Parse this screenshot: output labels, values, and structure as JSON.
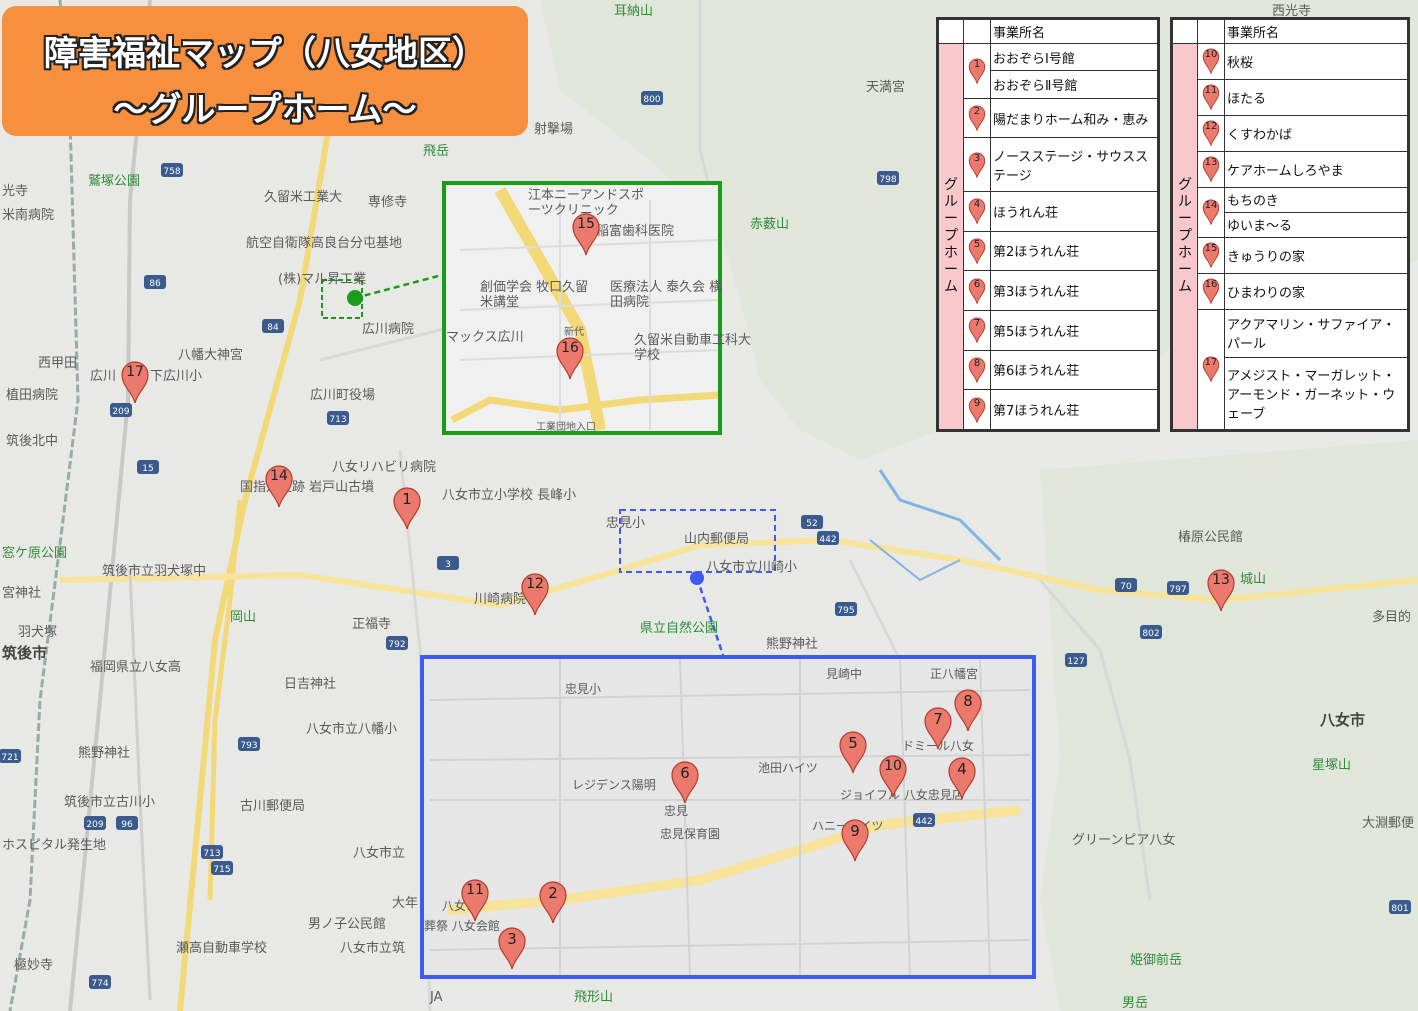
{
  "title": {
    "line1": "障害福祉マップ（八女地区）",
    "line2": "～グループホーム～"
  },
  "colors": {
    "pin": "#ec7a6c",
    "pin_stroke": "#b13c31",
    "title_bg": "#f6903f",
    "legend_group": "#f8c8cd",
    "green_frame": "#1a9c1a",
    "blue_frame": "#3d5af2",
    "road": "#f7e49a"
  },
  "legend": {
    "header": "事業所名",
    "group_label": "グループホーム",
    "left": [
      {
        "no": "1",
        "names": [
          "おおぞらⅠ号館",
          "おおぞらⅡ号館"
        ]
      },
      {
        "no": "2",
        "names": [
          "陽だまりホーム和み・恵み"
        ]
      },
      {
        "no": "3",
        "names": [
          "ノースステージ・サウスステージ"
        ]
      },
      {
        "no": "4",
        "names": [
          "ほうれん荘"
        ]
      },
      {
        "no": "5",
        "names": [
          "第2ほうれん荘"
        ]
      },
      {
        "no": "6",
        "names": [
          "第3ほうれん荘"
        ]
      },
      {
        "no": "7",
        "names": [
          "第5ほうれん荘"
        ]
      },
      {
        "no": "8",
        "names": [
          "第6ほうれん荘"
        ]
      },
      {
        "no": "9",
        "names": [
          "第7ほうれん荘"
        ]
      }
    ],
    "right": [
      {
        "no": "10",
        "names": [
          "秋桜"
        ]
      },
      {
        "no": "11",
        "names": [
          "ほたる"
        ]
      },
      {
        "no": "12",
        "names": [
          "くすわかば"
        ]
      },
      {
        "no": "13",
        "names": [
          "ケアホームしろやま"
        ]
      },
      {
        "no": "14",
        "names": [
          "もちのき",
          "ゆいま～る"
        ]
      },
      {
        "no": "15",
        "names": [
          "きゅうりの家"
        ]
      },
      {
        "no": "16",
        "names": [
          "ひまわりの家"
        ]
      },
      {
        "no": "17",
        "names": [
          "アクアマリン・サファイア・パール",
          "アメジスト・マーガレット・アーモンド・ガーネット・ウェーブ"
        ]
      }
    ]
  },
  "places": [
    {
      "name": "耳納山",
      "kind": "green"
    },
    {
      "name": "天満宮",
      "kind": "plain"
    },
    {
      "name": "西光寺",
      "kind": "plain"
    },
    {
      "name": "飛岳",
      "kind": "green"
    },
    {
      "name": "射撃場",
      "kind": "plain"
    },
    {
      "name": "鷲塚公園",
      "kind": "green"
    },
    {
      "name": "久留米工業大",
      "kind": "plain"
    },
    {
      "name": "専修寺",
      "kind": "plain"
    },
    {
      "name": "光寺",
      "kind": "plain"
    },
    {
      "name": "米南病院",
      "kind": "plain"
    },
    {
      "name": "航空自衛隊高良台分屯基地",
      "kind": "plain"
    },
    {
      "name": "(株)マル昇工業",
      "kind": "plain"
    },
    {
      "name": "広川病院",
      "kind": "plain"
    },
    {
      "name": "赤薮山",
      "kind": "green"
    },
    {
      "name": "八幡大神宮",
      "kind": "plain"
    },
    {
      "name": "西甲田",
      "kind": "plain"
    },
    {
      "name": "広川",
      "kind": "plain"
    },
    {
      "name": "下広川小",
      "kind": "plain"
    },
    {
      "name": "広川町役場",
      "kind": "plain"
    },
    {
      "name": "植田病院",
      "kind": "plain"
    },
    {
      "name": "筑後北中",
      "kind": "plain"
    },
    {
      "name": "八女リハビリ病院",
      "kind": "plain"
    },
    {
      "name": "国指定史跡 岩戸山古墳",
      "kind": "plain"
    },
    {
      "name": "八女市立小学校 長峰小",
      "kind": "plain"
    },
    {
      "name": "忠見小",
      "kind": "plain"
    },
    {
      "name": "山内郵便局",
      "kind": "plain"
    },
    {
      "name": "八女市立川崎小",
      "kind": "plain"
    },
    {
      "name": "窓ケ原公園",
      "kind": "green"
    },
    {
      "name": "筑後市立羽犬塚中",
      "kind": "plain"
    },
    {
      "name": "椿原公民館",
      "kind": "plain"
    },
    {
      "name": "城山",
      "kind": "green"
    },
    {
      "name": "多目的",
      "kind": "plain"
    },
    {
      "name": "宮神社",
      "kind": "plain"
    },
    {
      "name": "岡山",
      "kind": "green"
    },
    {
      "name": "正福寺",
      "kind": "plain"
    },
    {
      "name": "川崎病院",
      "kind": "plain"
    },
    {
      "name": "県立自然公園",
      "kind": "green"
    },
    {
      "name": "熊野神社",
      "kind": "plain"
    },
    {
      "name": "羽犬塚",
      "kind": "plain"
    },
    {
      "name": "筑後市",
      "kind": "big"
    },
    {
      "name": "福岡県立八女高",
      "kind": "plain"
    },
    {
      "name": "日吉神社",
      "kind": "plain"
    },
    {
      "name": "八女市立八幡小",
      "kind": "plain"
    },
    {
      "name": "八女市",
      "kind": "big"
    },
    {
      "name": "星塚山",
      "kind": "green"
    },
    {
      "name": "熊野神社",
      "kind": "plain"
    },
    {
      "name": "筑後市立古川小",
      "kind": "plain"
    },
    {
      "name": "古川郵便局",
      "kind": "plain"
    },
    {
      "name": "大淵郵便",
      "kind": "plain"
    },
    {
      "name": "グリーンピア八女",
      "kind": "plain"
    },
    {
      "name": "ホスピタル発生地",
      "kind": "plain"
    },
    {
      "name": "八女市立",
      "kind": "plain"
    },
    {
      "name": "大年",
      "kind": "plain"
    },
    {
      "name": "男ノ子公民館",
      "kind": "plain"
    },
    {
      "name": "八女市立筑",
      "kind": "plain"
    },
    {
      "name": "瀬高自動車学校",
      "kind": "plain"
    },
    {
      "name": "極妙寺",
      "kind": "plain"
    },
    {
      "name": "JA",
      "kind": "plain"
    },
    {
      "name": "飛形山",
      "kind": "green"
    },
    {
      "name": "姫御前岳",
      "kind": "green"
    },
    {
      "name": "男岳",
      "kind": "green"
    }
  ],
  "inset_green": {
    "labels": [
      "江本ニーアンドスポーツクリニック",
      "稲富歯科医院",
      "創価学会 牧口久留米講堂",
      "医療法人 泰久会 横田病院",
      "マックス広川",
      "久留米自動車工科大学校",
      "工業団地入口",
      "新代"
    ]
  },
  "inset_blue": {
    "labels": [
      "見崎中",
      "正八幡宮",
      "忠見小",
      "池田ハイツ",
      "ドミール八女",
      "レジデンス陽明",
      "ジョイフル 八女忠見店",
      "ハニーハイツ",
      "忠見",
      "忠見保育園",
      "八女市",
      "葬祭 八女会館"
    ]
  },
  "pins": [
    {
      "no": "1"
    },
    {
      "no": "12"
    },
    {
      "no": "13"
    },
    {
      "no": "14"
    },
    {
      "no": "17"
    },
    {
      "no": "15"
    },
    {
      "no": "16"
    },
    {
      "no": "2"
    },
    {
      "no": "3"
    },
    {
      "no": "4"
    },
    {
      "no": "5"
    },
    {
      "no": "6"
    },
    {
      "no": "7"
    },
    {
      "no": "8"
    },
    {
      "no": "9"
    },
    {
      "no": "10"
    },
    {
      "no": "11"
    }
  ],
  "road_numbers": [
    "800",
    "798",
    "758",
    "86",
    "84",
    "713",
    "209",
    "15",
    "3",
    "52",
    "442",
    "70",
    "797",
    "795",
    "802",
    "127",
    "792",
    "793",
    "721",
    "209",
    "96",
    "713",
    "715",
    "774",
    "801",
    "442"
  ]
}
